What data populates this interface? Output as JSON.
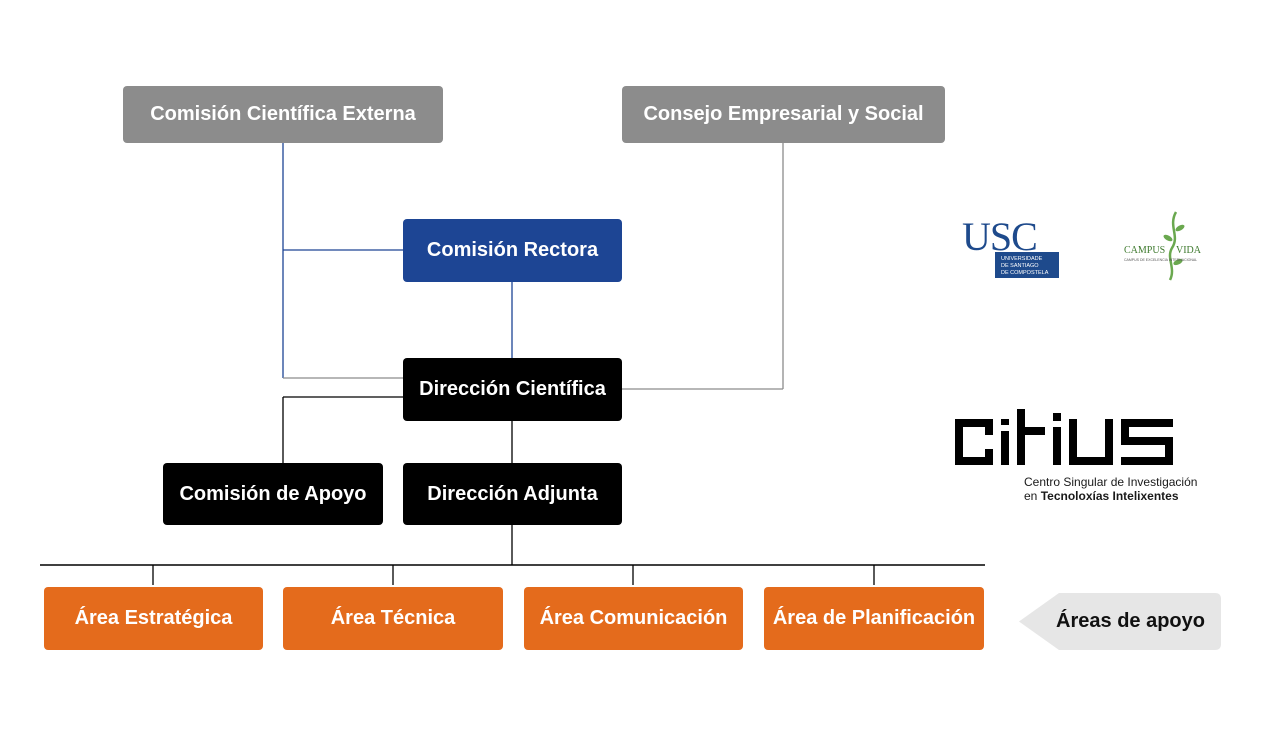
{
  "org": {
    "comision_cientifica_externa": "Comisión Científica Externa",
    "consejo_empresarial_social": "Consejo Empresarial y Social",
    "comision_rectora": "Comisión Rectora",
    "direccion_cientifica": "Dirección Científica",
    "comision_apoyo": "Comisión de Apoyo",
    "direccion_adjunta": "Dirección Adjunta"
  },
  "areas": {
    "estrategica": "Área Estratégica",
    "tecnica": "Área Técnica",
    "comunicacion": "Área Comunicación",
    "planificacion": "Área de Planificación"
  },
  "support_tag": "Áreas de apoyo",
  "logos": {
    "usc": {
      "big": "USC",
      "line1": "UNIVERSIDADE",
      "line2": "DE SANTIAGO",
      "line3": "DE COMPOSTELA"
    },
    "campus_vida": {
      "left": "CAMPUS",
      "right": "VIDA",
      "sub": "CAMPUS DE EXCELENCIA INTERNACIONAL"
    },
    "citius": {
      "line1": "Centro Singular de Investigación",
      "line2_prefix": "en",
      "line2_bold": "Tecnoloxías Intelixentes"
    }
  },
  "colors": {
    "grey": "#8c8c8c",
    "blue": "#1d4594",
    "black": "#000000",
    "orange": "#e46b1c",
    "tag_bg": "#e6e6e6"
  }
}
